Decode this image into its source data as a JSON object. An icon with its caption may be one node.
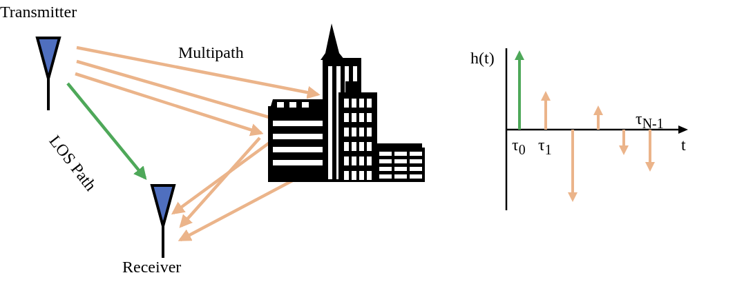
{
  "diagram": {
    "nodes": [
      {
        "text": [
          "Transmitter"
        ]
      },
      {
        "text": [
          "Receiver"
        ]
      },
      {
        "text": [],
        "shape": "picture"
      }
    ],
    "edges": [
      {
        "from": 0,
        "to": 1,
        "arrow": "to",
        "label": "LOS Path",
        "color": "#4ea859"
      },
      {
        "from": 0,
        "to": 2,
        "arrow": "to",
        "label": "Multipath"
      },
      {
        "from": 0,
        "to": 2,
        "arrow": "to"
      },
      {
        "from": 0,
        "to": 2,
        "arrow": "to"
      },
      {
        "from": 2,
        "to": 1,
        "arrow": "to"
      },
      {
        "from": 2,
        "to": 1,
        "arrow": "to"
      },
      {
        "from": 2,
        "to": 1,
        "arrow": "to"
      }
    ],
    "labels": [
      "h(t)",
      "τ$_{N-1}$",
      "τ$_{0}$",
      "τ$_{1}$",
      "t"
    ]
  }
}
